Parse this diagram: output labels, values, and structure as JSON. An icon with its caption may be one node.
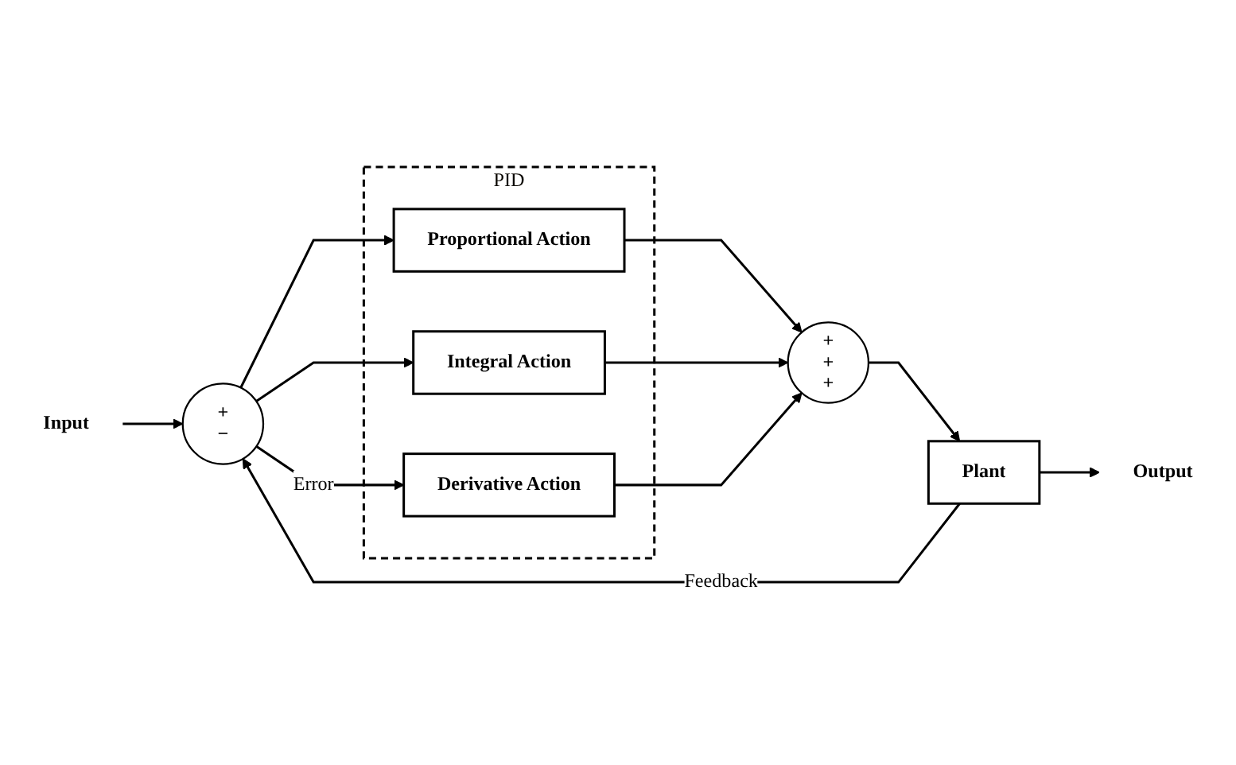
{
  "diagram": {
    "nodes": [
      {
        "text": [
          "PID"
        ]
      },
      {
        "text": [
          "Proportional Action"
        ],
        "in": 0
      },
      {
        "text": [
          "Integral Action"
        ],
        "in": 0
      },
      {
        "text": [
          "Derivative Action"
        ],
        "in": 0
      },
      {
        "text": [
          "+",
          "−"
        ]
      },
      {
        "text": [
          "+",
          "+",
          "+"
        ]
      },
      {
        "text": [
          "Plant"
        ]
      },
      {
        "text": [
          "Input"
        ]
      },
      {
        "text": [
          "Output"
        ]
      }
    ],
    "edges": [
      {
        "from": 7,
        "to": 4,
        "arrow": "to"
      },
      {
        "from": 4,
        "to": 1,
        "arrow": "to"
      },
      {
        "from": 4,
        "to": 2,
        "arrow": "to"
      },
      {
        "from": 4,
        "to": 3,
        "arrow": "to",
        "label": "Error"
      },
      {
        "from": 1,
        "to": 5,
        "arrow": "to"
      },
      {
        "from": 2,
        "to": 5,
        "arrow": "to"
      },
      {
        "from": 3,
        "to": 5,
        "arrow": "to"
      },
      {
        "from": 5,
        "to": 6,
        "arrow": "to"
      },
      {
        "from": 6,
        "to": 8,
        "arrow": "to"
      },
      {
        "from": 6,
        "to": 4,
        "arrow": "to",
        "label": "Feedback"
      }
    ]
  }
}
